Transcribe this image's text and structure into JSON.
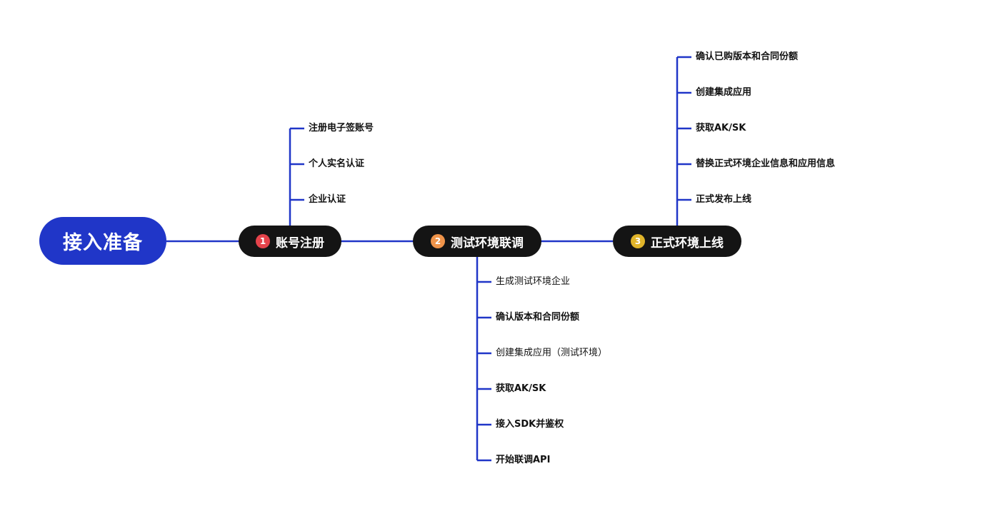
{
  "root": {
    "label": "接入准备"
  },
  "colors": {
    "line": "#2036c8",
    "root_bg": "#2036c8",
    "step_bg": "#141414",
    "badge1": "#e5434b",
    "badge2": "#f0944a",
    "badge3": "#e0b42a"
  },
  "steps": [
    {
      "num": "1",
      "label": "账号注册",
      "items": [
        "注册电子签账号",
        "个人实名认证",
        "企业认证"
      ]
    },
    {
      "num": "2",
      "label": "测试环境联调",
      "items": [
        "生成测试环境企业",
        "确认版本和合同份额",
        "创建集成应用（测试环境）",
        "获取AK/SK",
        "接入SDK并鉴权",
        "开始联调API"
      ]
    },
    {
      "num": "3",
      "label": "正式环境上线",
      "items": [
        "确认已购版本和合同份额",
        "创建集成应用",
        "获取AK/SK",
        "替换正式环境企业信息和应用信息",
        "正式发布上线"
      ]
    }
  ]
}
